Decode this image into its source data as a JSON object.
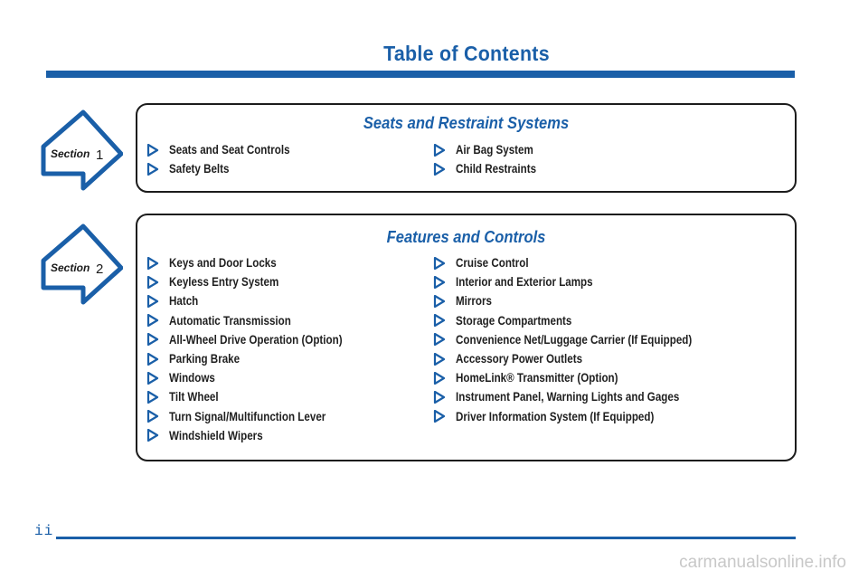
{
  "page_title": "Table of Contents",
  "colors": {
    "accent": "#1a5fa8",
    "border": "#1c1c1c",
    "arrow_fill": "#ffffff"
  },
  "sections": [
    {
      "badge_word": "Section",
      "badge_number": "1",
      "title": "Seats and Restraint Systems",
      "left_items": [
        "Seats and Seat Controls",
        "Safety Belts"
      ],
      "right_items": [
        "Air Bag System",
        "Child Restraints"
      ]
    },
    {
      "badge_word": "Section",
      "badge_number": "2",
      "title": "Features and Controls",
      "left_items": [
        "Keys and Door Locks",
        "Keyless Entry System",
        "Hatch",
        "Automatic Transmission",
        "All-Wheel Drive Operation (Option)",
        "Parking Brake",
        "Windows",
        "Tilt Wheel",
        "Turn Signal/Multifunction Lever",
        "Windshield Wipers"
      ],
      "right_items": [
        "Cruise Control",
        "Interior and Exterior Lamps",
        "Mirrors",
        "Storage Compartments",
        "Convenience Net/Luggage Carrier (If Equipped)",
        "Accessory Power Outlets",
        "HomeLink® Transmitter (Option)",
        "Instrument Panel, Warning Lights and Gages",
        "Driver Information System (If Equipped)"
      ]
    }
  ],
  "page_number": "ii",
  "watermark": "carmanualsonline.info"
}
